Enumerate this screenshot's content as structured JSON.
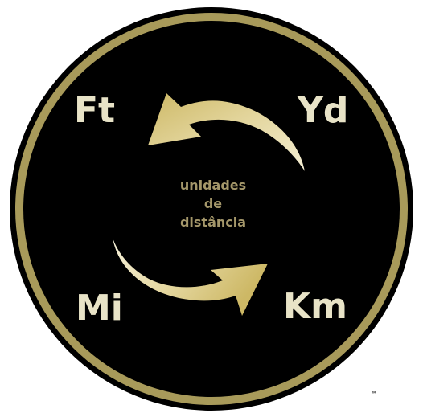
{
  "badge": {
    "units": {
      "top_left": "Ft",
      "top_right": "Yd",
      "bottom_left": "Mi",
      "bottom_right": "Km"
    },
    "center_text": {
      "line1": "unidades",
      "line2": "de",
      "line3": "distância"
    },
    "trademark": "™"
  },
  "colors": {
    "background": "#ffffff",
    "disc": "#000000",
    "ring": "#a89a5a",
    "unit_text": "#e8e3c7",
    "center_text": "#a4976a",
    "arrow_light": "#f1e9c7",
    "arrow_dark": "#cdb865"
  },
  "icons": {
    "arrows": [
      "curved-arrow-yd-to-ft",
      "curved-arrow-mi-to-km"
    ]
  }
}
